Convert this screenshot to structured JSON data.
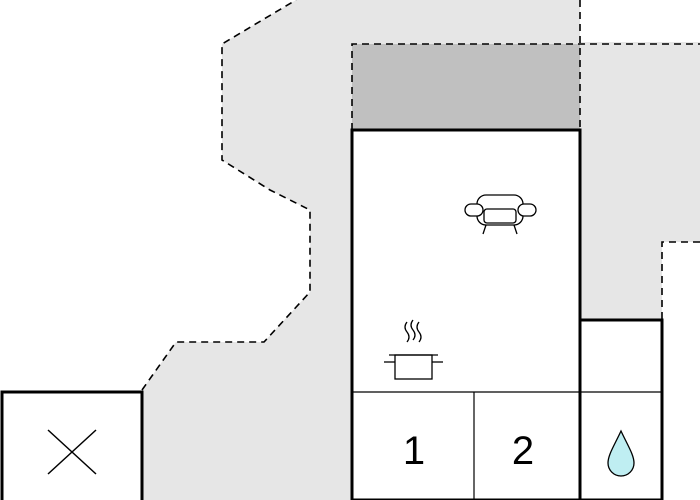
{
  "floorplan": {
    "rooms": [
      {
        "id": "bedroom-1",
        "label": "1"
      },
      {
        "id": "bedroom-2",
        "label": "2"
      }
    ],
    "icons": {
      "living": "sofa-icon",
      "kitchen": "cooking-pot-icon",
      "bathroom": "water-drop-icon",
      "storage": "cross-icon"
    },
    "colors": {
      "outdoor": "#e6e6e6",
      "terrace": "#c0c0c0",
      "wall": "#000000",
      "interior": "#ffffff",
      "water": "#bfeef2"
    }
  }
}
